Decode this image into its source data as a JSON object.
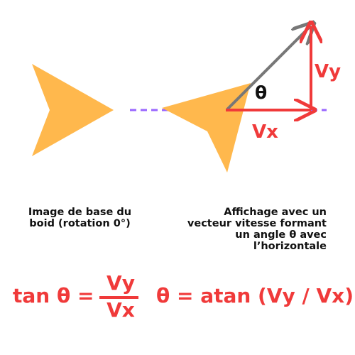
{
  "colors": {
    "boid": "#ffb84d",
    "vector": "#f03a3a",
    "velocity": "#777777",
    "horizontal": "#9966ff",
    "text": "#111111"
  },
  "icons": [
    "boid-base-shape",
    "boid-rotated-shape",
    "velocity-vector-arrow",
    "vx-arrow",
    "vy-arrow"
  ],
  "labels": {
    "theta": "θ",
    "vx": "Vx",
    "vy": "Vy"
  },
  "captions": {
    "left": [
      "Image de base du",
      "boid (rotation 0°)"
    ],
    "right": [
      "Affichage avec un",
      "vecteur vitesse formant",
      "un angle θ avec",
      "l’horizontale"
    ]
  },
  "formula": {
    "tan_lhs": "tan θ =",
    "numerator": "Vy",
    "denominator": "Vx",
    "atan": "θ = atan (Vy / Vx)"
  }
}
